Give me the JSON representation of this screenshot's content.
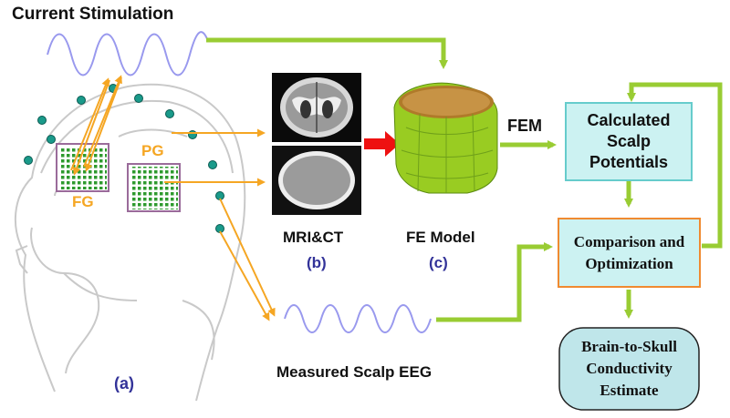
{
  "labels": {
    "current_stimulation": "Current Stimulation",
    "measured_scalp_eeg": "Measured Scalp EEG",
    "mri_ct": "MRI&CT",
    "fe_model": "FE Model",
    "fem": "FEM",
    "panel_a": "(a)",
    "panel_b": "(b)",
    "panel_c": "(c)",
    "fg": "FG",
    "pg": "PG"
  },
  "boxes": {
    "calculated": [
      "Calculated",
      "Scalp",
      "Potentials"
    ],
    "comparison": [
      "Comparison and",
      "Optimization"
    ],
    "estimate": [
      "Brain-to-Skull",
      "Conductivity",
      "Estimate"
    ]
  },
  "colors": {
    "green_arrow": "#99cc33",
    "orange_arrow": "#f5a623",
    "red_arrow": "#ee1111",
    "box_fill": "#ccf2f2",
    "box_border_calc": "#66cccc",
    "box_border_comp": "#f08a30",
    "estimate_fill": "#bfe6ea",
    "teal_dot": "#1a9a8a",
    "grid_green": "#2e9a2e",
    "panel_label": "#333399",
    "wave": "#9999ee"
  }
}
